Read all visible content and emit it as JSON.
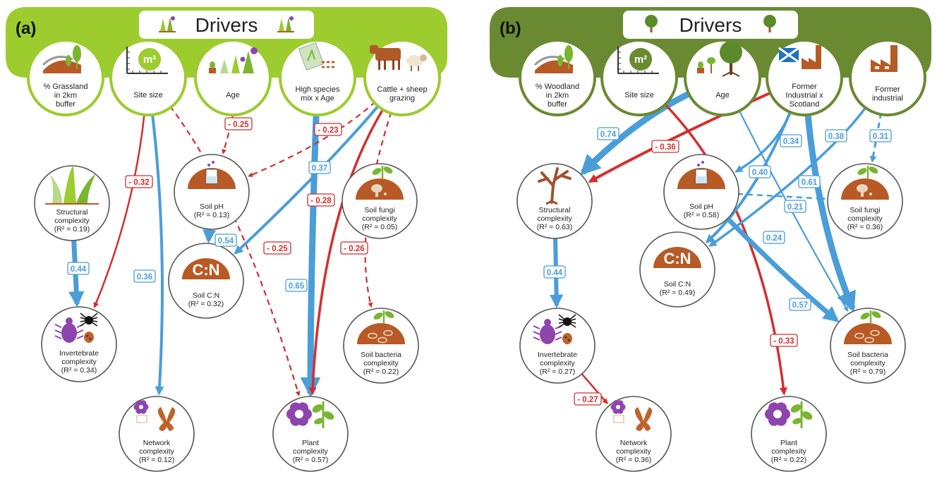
{
  "panels": [
    {
      "id": "a",
      "label": "(a)",
      "title": "Drivers",
      "theme": {
        "banner": "#9ccc2e",
        "ring": "#9ccc2e",
        "title_icon": "grass-flower-icon"
      },
      "drivers": [
        {
          "id": "grass",
          "lines": [
            "% Grassland",
            "in 2km",
            "buffer"
          ],
          "icon": "grassland-landscape-icon"
        },
        {
          "id": "size",
          "lines": [
            "Site size"
          ],
          "icon": "site-size-m2-icon",
          "m2": "m²"
        },
        {
          "id": "age",
          "lines": [
            "Age"
          ],
          "icon": "age-growth-icon"
        },
        {
          "id": "mix",
          "lines": [
            "High species",
            "mix x Age"
          ],
          "icon": "seed-packet-icon"
        },
        {
          "id": "graze",
          "lines": [
            "Cattle + sheep",
            "grazing"
          ],
          "icon": "cattle-sheep-icon"
        }
      ],
      "responses": [
        {
          "id": "struct",
          "lines": [
            "Structural",
            "complexity",
            "(R² = 0.19)"
          ],
          "icon": "grass-tuft-icon"
        },
        {
          "id": "invert",
          "lines": [
            "Invertebrate",
            "complexity",
            "(R² = 0.34)"
          ],
          "icon": "beetle-spider-ladybird-icon"
        },
        {
          "id": "network",
          "lines": [
            "Network",
            "complexity",
            "(R² = 0.12)"
          ],
          "icon": "flower-butterfly-icon"
        },
        {
          "id": "ph",
          "lines": [
            "Soil pH",
            "(R² = 0.13)"
          ],
          "icon": "beaker-soil-icon"
        },
        {
          "id": "cn",
          "lines": [
            "Soil C:N",
            "(R² = 0.32)"
          ],
          "icon": "cn-soil-icon",
          "cn": "C:N"
        },
        {
          "id": "plant",
          "lines": [
            "Plant",
            "complexity",
            "(R² = 0.57)"
          ],
          "icon": "flower-sprout-icon"
        },
        {
          "id": "fungi",
          "lines": [
            "Soil fungi",
            "complexity",
            "(R² = 0.05)"
          ],
          "icon": "mushroom-soil-icon"
        },
        {
          "id": "bacteria",
          "lines": [
            "Soil bacteria",
            "complexity",
            "(R² = 0.22)"
          ],
          "icon": "bacteria-soil-icon"
        }
      ],
      "paths": [
        {
          "from": "size",
          "to": "invert",
          "coef": "- 0.32",
          "sign": "neg",
          "dashed": false
        },
        {
          "from": "size",
          "to": "network",
          "coef": "0.36",
          "sign": "pos",
          "dashed": false
        },
        {
          "from": "size",
          "to": "plant",
          "coef": "- 0.25",
          "sign": "neg",
          "dashed": true
        },
        {
          "from": "age",
          "to": "ph",
          "coef": "- 0.25",
          "sign": "neg",
          "dashed": true
        },
        {
          "from": "mix",
          "to": "plant",
          "coef": "0.65",
          "sign": "pos",
          "dashed": false
        },
        {
          "from": "graze",
          "to": "ph",
          "coef": "- 0.23",
          "sign": "neg",
          "dashed": true
        },
        {
          "from": "graze",
          "to": "cn",
          "coef": "0.37",
          "sign": "pos",
          "dashed": false
        },
        {
          "from": "graze",
          "to": "plant",
          "coef": "- 0.28",
          "sign": "neg",
          "dashed": false
        },
        {
          "from": "graze",
          "to": "bacteria",
          "coef": "- 0.26",
          "sign": "neg",
          "dashed": true
        },
        {
          "from": "struct",
          "to": "invert",
          "coef": "0.44",
          "sign": "pos",
          "dashed": false
        },
        {
          "from": "ph",
          "to": "cn",
          "coef": "0.54",
          "sign": "pos",
          "dashed": false
        }
      ]
    },
    {
      "id": "b",
      "label": "(b)",
      "title": "Drivers",
      "theme": {
        "banner": "#6a8a32",
        "ring": "#6a8a32",
        "title_icon": "tree-icon"
      },
      "drivers": [
        {
          "id": "wood",
          "lines": [
            "% Woodland",
            "in 2km",
            "buffer"
          ],
          "icon": "woodland-landscape-icon"
        },
        {
          "id": "size",
          "lines": [
            "Site size"
          ],
          "icon": "site-size-m2-icon",
          "m2": "m²"
        },
        {
          "id": "age",
          "lines": [
            "Age"
          ],
          "icon": "age-tree-growth-icon"
        },
        {
          "id": "indsc",
          "lines": [
            "Former",
            "Industrial x",
            "Scotland"
          ],
          "icon": "scotland-flag-factory-icon"
        },
        {
          "id": "ind",
          "lines": [
            "Former",
            "industrial"
          ],
          "icon": "factory-icon"
        }
      ],
      "responses": [
        {
          "id": "struct",
          "lines": [
            "Structural",
            "complexity",
            "(R² = 0.63)"
          ],
          "icon": "bare-tree-icon"
        },
        {
          "id": "invert",
          "lines": [
            "Invertebrate",
            "complexity",
            "(R² = 0.27)"
          ],
          "icon": "beetle-spider-ladybird-icon"
        },
        {
          "id": "network",
          "lines": [
            "Network",
            "complexity",
            "(R² = 0.36)"
          ],
          "icon": "flower-butterfly-icon"
        },
        {
          "id": "ph",
          "lines": [
            "Soil pH",
            "(R² = 0.58)"
          ],
          "icon": "beaker-soil-icon"
        },
        {
          "id": "cn",
          "lines": [
            "Soil C:N",
            "(R² = 0.49)"
          ],
          "icon": "cn-soil-icon",
          "cn": "C:N"
        },
        {
          "id": "plant",
          "lines": [
            "Plant",
            "complexity",
            "(R² = 0.22)"
          ],
          "icon": "flower-sprout-icon"
        },
        {
          "id": "fungi",
          "lines": [
            "Soil fungi",
            "complexity",
            "(R² = 0.36)"
          ],
          "icon": "mushroom-soil-icon"
        },
        {
          "id": "bacteria",
          "lines": [
            "Soil bacteria",
            "complexity",
            "(R² = 0.79)"
          ],
          "icon": "bacteria-soil-icon"
        }
      ],
      "paths": [
        {
          "from": "age",
          "to": "struct",
          "coef": "0.74",
          "sign": "pos",
          "dashed": false
        },
        {
          "from": "indsc",
          "to": "struct",
          "coef": "- 0.36",
          "sign": "neg",
          "dashed": false
        },
        {
          "from": "size",
          "to": "plant",
          "coef": "- 0.33",
          "sign": "neg",
          "dashed": false
        },
        {
          "from": "age",
          "to": "bacteria",
          "coef": "0.21",
          "sign": "pos",
          "dashed": false
        },
        {
          "from": "indsc",
          "to": "ph",
          "coef": "0.34",
          "sign": "pos",
          "dashed": false
        },
        {
          "from": "indsc",
          "to": "cn",
          "coef": "0.40",
          "sign": "pos",
          "dashed": false
        },
        {
          "from": "indsc",
          "to": "bacteria",
          "coef": "0.61",
          "sign": "pos",
          "dashed": false
        },
        {
          "from": "ind",
          "to": "cn",
          "coef": "0.38",
          "sign": "pos",
          "dashed": false
        },
        {
          "from": "ind",
          "to": "fungi",
          "coef": "0.31",
          "sign": "pos",
          "dashed": true
        },
        {
          "from": "ph",
          "to": "fungi",
          "coef": "0.24",
          "sign": "pos",
          "dashed": true
        },
        {
          "from": "ph",
          "to": "bacteria",
          "coef": "0.57",
          "sign": "pos",
          "dashed": false
        },
        {
          "from": "struct",
          "to": "invert",
          "coef": "0.44",
          "sign": "pos",
          "dashed": false
        },
        {
          "from": "invert",
          "to": "network",
          "coef": "- 0.27",
          "sign": "neg",
          "dashed": false
        }
      ]
    }
  ],
  "colors": {
    "positive": "#4a9ed8",
    "negative": "#d32f2f",
    "soil": "#b85a26",
    "purple": "#8e44ad",
    "leaf": "#7ab530"
  }
}
